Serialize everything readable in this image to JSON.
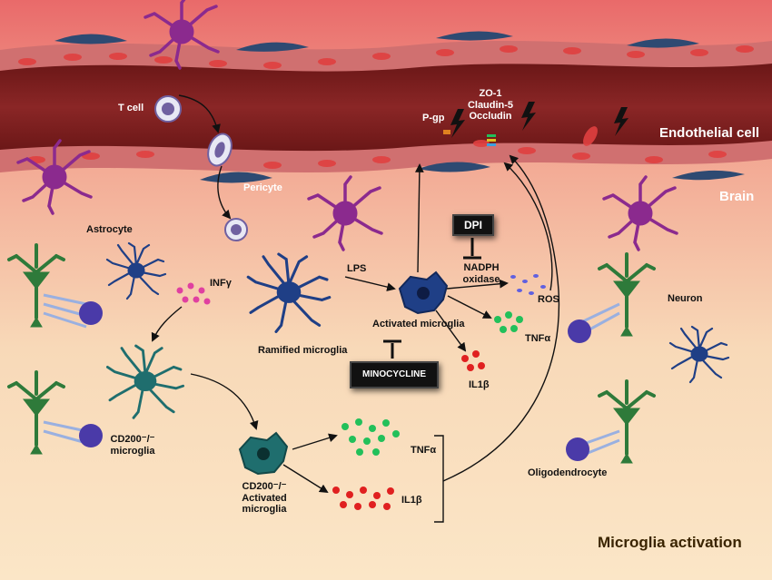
{
  "labels": {
    "t_cell": "T cell",
    "pgp": "P-gp",
    "tight_junctions": [
      "ZO-1",
      "Claudin-5",
      "Occludin"
    ],
    "endothelial": "Endothelial cell",
    "brain": "Brain",
    "pericyte": "Pericyte",
    "astrocyte": "Astrocyte",
    "infy": "INFγ",
    "lps": "LPS",
    "nadph": [
      "NADPH",
      "oxidase"
    ],
    "ros": "ROS",
    "activated_microglia": "Activated microglia",
    "ramified_microglia": "Ramified microglia",
    "tnfa_1": "TNFα",
    "il1b_1": "IL1β",
    "cd200_microglia": [
      "CD200⁻/⁻",
      "microglia"
    ],
    "cd200_activated": [
      "CD200⁻/⁻",
      "Activated",
      "microglia"
    ],
    "tnfa_2": "TNFα",
    "il1b_2": "IL1β",
    "neuron": "Neuron",
    "oligodendrocyte": "Oligodendrocyte"
  },
  "inhibitors": {
    "dpi": "DPI",
    "minocycline": "MINOCYCLINE"
  },
  "title": "Microglia  activation",
  "colors": {
    "vessel": "#7a1e1e",
    "astrocyte": "#8b2a8e",
    "microglia": "#1f3f86",
    "cd200": "#1f6e6e",
    "neuron": "#2e7a3a",
    "tnf": "#22c05a",
    "il1b": "#e02020",
    "infy": "#e040a0",
    "ros": "#6060e0"
  }
}
